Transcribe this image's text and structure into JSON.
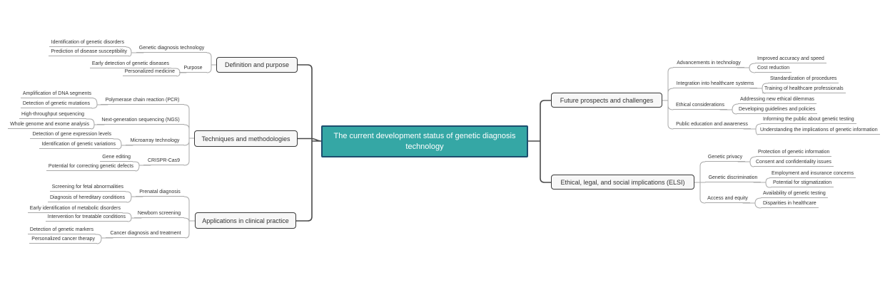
{
  "root": {
    "label": "The current development status of genetic diagnosis technology"
  },
  "colors": {
    "central_fill": "#35a7a5",
    "central_border": "#1d4e6e",
    "branch_fill": "#f7f7f7",
    "branch_border": "#3a3a3a",
    "main_line": "#4a4a4a",
    "sub_line": "#a9a9a9",
    "text": "#333333"
  },
  "left": [
    {
      "label": "Definition and purpose",
      "children": [
        {
          "label": "Genetic diagnosis technology",
          "children": [
            {
              "label": "Identification of genetic disorders"
            },
            {
              "label": "Prediction of disease susceptibility"
            }
          ]
        },
        {
          "label": "Purpose",
          "children": [
            {
              "label": "Early detection of genetic diseases"
            },
            {
              "label": "Personalized medicine"
            }
          ]
        }
      ]
    },
    {
      "label": "Techniques and methodologies",
      "children": [
        {
          "label": "Polymerase chain reaction (PCR)",
          "children": [
            {
              "label": "Amplification of DNA segments"
            },
            {
              "label": "Detection of genetic mutations"
            }
          ]
        },
        {
          "label": "Next-generation sequencing (NGS)",
          "children": [
            {
              "label": "High-throughput sequencing"
            },
            {
              "label": "Whole genome and exome analysis"
            }
          ]
        },
        {
          "label": "Microarray technology",
          "children": [
            {
              "label": "Detection of gene expression levels"
            },
            {
              "label": "Identification of genetic variations"
            }
          ]
        },
        {
          "label": "CRISPR-Cas9",
          "children": [
            {
              "label": "Gene editing"
            },
            {
              "label": "Potential for correcting genetic defects"
            }
          ]
        }
      ]
    },
    {
      "label": "Applications in clinical practice",
      "children": [
        {
          "label": "Prenatal diagnosis",
          "children": [
            {
              "label": "Screening for fetal abnormalities"
            },
            {
              "label": "Diagnosis of hereditary conditions"
            }
          ]
        },
        {
          "label": "Newborn screening",
          "children": [
            {
              "label": "Early identification of metabolic disorders"
            },
            {
              "label": "Intervention for treatable conditions"
            }
          ]
        },
        {
          "label": "Cancer diagnosis and treatment",
          "children": [
            {
              "label": "Detection of genetic markers"
            },
            {
              "label": "Personalized cancer therapy"
            }
          ]
        }
      ]
    }
  ],
  "right": [
    {
      "label": "Future prospects and challenges",
      "children": [
        {
          "label": "Advancements in technology",
          "children": [
            {
              "label": "Improved accuracy and speed"
            },
            {
              "label": "Cost reduction"
            }
          ]
        },
        {
          "label": "Integration into healthcare systems",
          "children": [
            {
              "label": "Standardization of procedures"
            },
            {
              "label": "Training of healthcare professionals"
            }
          ]
        },
        {
          "label": "Ethical considerations",
          "children": [
            {
              "label": "Addressing new ethical dilemmas"
            },
            {
              "label": "Developing guidelines and policies"
            }
          ]
        },
        {
          "label": "Public education and awareness",
          "children": [
            {
              "label": "Informing the public about genetic testing"
            },
            {
              "label": "Understanding the implications of genetic information"
            }
          ]
        }
      ]
    },
    {
      "label": "Ethical, legal, and social implications (ELSI)",
      "children": [
        {
          "label": "Genetic privacy",
          "children": [
            {
              "label": "Protection of genetic information"
            },
            {
              "label": "Consent and confidentiality issues"
            }
          ]
        },
        {
          "label": "Genetic discrimination",
          "children": [
            {
              "label": "Employment and insurance concerns"
            },
            {
              "label": "Potential for stigmatization"
            }
          ]
        },
        {
          "label": "Access and equity",
          "children": [
            {
              "label": "Availability of genetic testing"
            },
            {
              "label": "Disparities in healthcare"
            }
          ]
        }
      ]
    }
  ]
}
